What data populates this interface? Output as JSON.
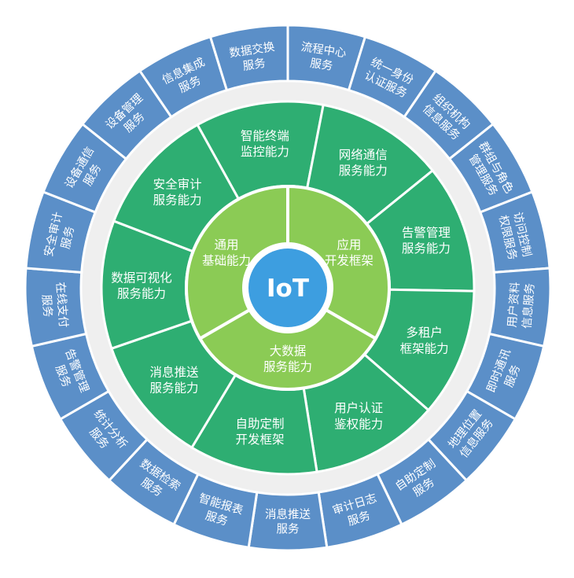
{
  "center": {
    "label": "IoT"
  },
  "colors": {
    "outer_ring": "#5b8fc8",
    "gap_ring": "#efefef",
    "green_ring": "#2eae72",
    "light_ring": "#8bcb55",
    "center": "#3d9ee0",
    "text": "#ffffff"
  },
  "inner_ring": [
    {
      "lines": [
        "应用",
        "开发框架"
      ]
    },
    {
      "lines": [
        "大数据",
        "服务能力"
      ]
    },
    {
      "lines": [
        "通用",
        "基础能力"
      ]
    }
  ],
  "middle_ring": [
    {
      "lines": [
        "智能终端",
        "监控能力"
      ]
    },
    {
      "lines": [
        "网络通信",
        "服务能力"
      ]
    },
    {
      "lines": [
        "告警管理",
        "服务能力"
      ]
    },
    {
      "lines": [
        "多租户",
        "框架能力"
      ]
    },
    {
      "lines": [
        "用户认证",
        "鉴权能力"
      ]
    },
    {
      "lines": [
        "自助定制",
        "开发框架"
      ]
    },
    {
      "lines": [
        "消息推送",
        "服务能力"
      ]
    },
    {
      "lines": [
        "数据可视化",
        "服务能力"
      ]
    },
    {
      "lines": [
        "安全审计",
        "服务能力"
      ]
    }
  ],
  "outer_ring": [
    {
      "lines": [
        "流程中心",
        "服务"
      ]
    },
    {
      "lines": [
        "统一身份",
        "认证服务"
      ]
    },
    {
      "lines": [
        "组织机构",
        "信息服务"
      ]
    },
    {
      "lines": [
        "群组与角色",
        "管理服务"
      ]
    },
    {
      "lines": [
        "访问控制",
        "权限服务"
      ]
    },
    {
      "lines": [
        "用户资料",
        "信息服务"
      ]
    },
    {
      "lines": [
        "即时通讯",
        "服务"
      ]
    },
    {
      "lines": [
        "地理位置",
        "信息服务"
      ]
    },
    {
      "lines": [
        "自助定制",
        "服务"
      ]
    },
    {
      "lines": [
        "审计日志",
        "服务"
      ]
    },
    {
      "lines": [
        "消息推送",
        "服务"
      ]
    },
    {
      "lines": [
        "智能报表",
        "服务"
      ]
    },
    {
      "lines": [
        "数据检索",
        "服务"
      ]
    },
    {
      "lines": [
        "统计分析",
        "服务"
      ]
    },
    {
      "lines": [
        "告警管理",
        "服务"
      ]
    },
    {
      "lines": [
        "在线支付",
        "服务"
      ]
    },
    {
      "lines": [
        "安全审计",
        "服务"
      ]
    },
    {
      "lines": [
        "设备通信",
        "服务"
      ]
    },
    {
      "lines": [
        "设备管理",
        "服务"
      ]
    },
    {
      "lines": [
        "信息集成",
        "服务"
      ]
    },
    {
      "lines": [
        "数据交换",
        "服务"
      ]
    }
  ]
}
